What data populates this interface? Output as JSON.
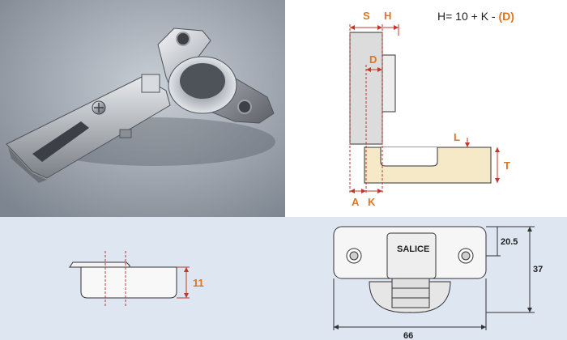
{
  "formula": {
    "prefix": "H=  10 + K - ",
    "highlight": "(D)"
  },
  "labels": {
    "S": "S",
    "H": "H",
    "D": "D",
    "L": "L",
    "T": "T",
    "A": "A",
    "K": "K",
    "depth": "11",
    "width": "66",
    "half_height": "20.5",
    "height": "37"
  },
  "logo_text": "SALICE",
  "colors": {
    "accent": "#e2741c",
    "dim_line": "#c0392b",
    "bottom_bg": "#dde6f1",
    "wood": "#f5e9c8"
  }
}
